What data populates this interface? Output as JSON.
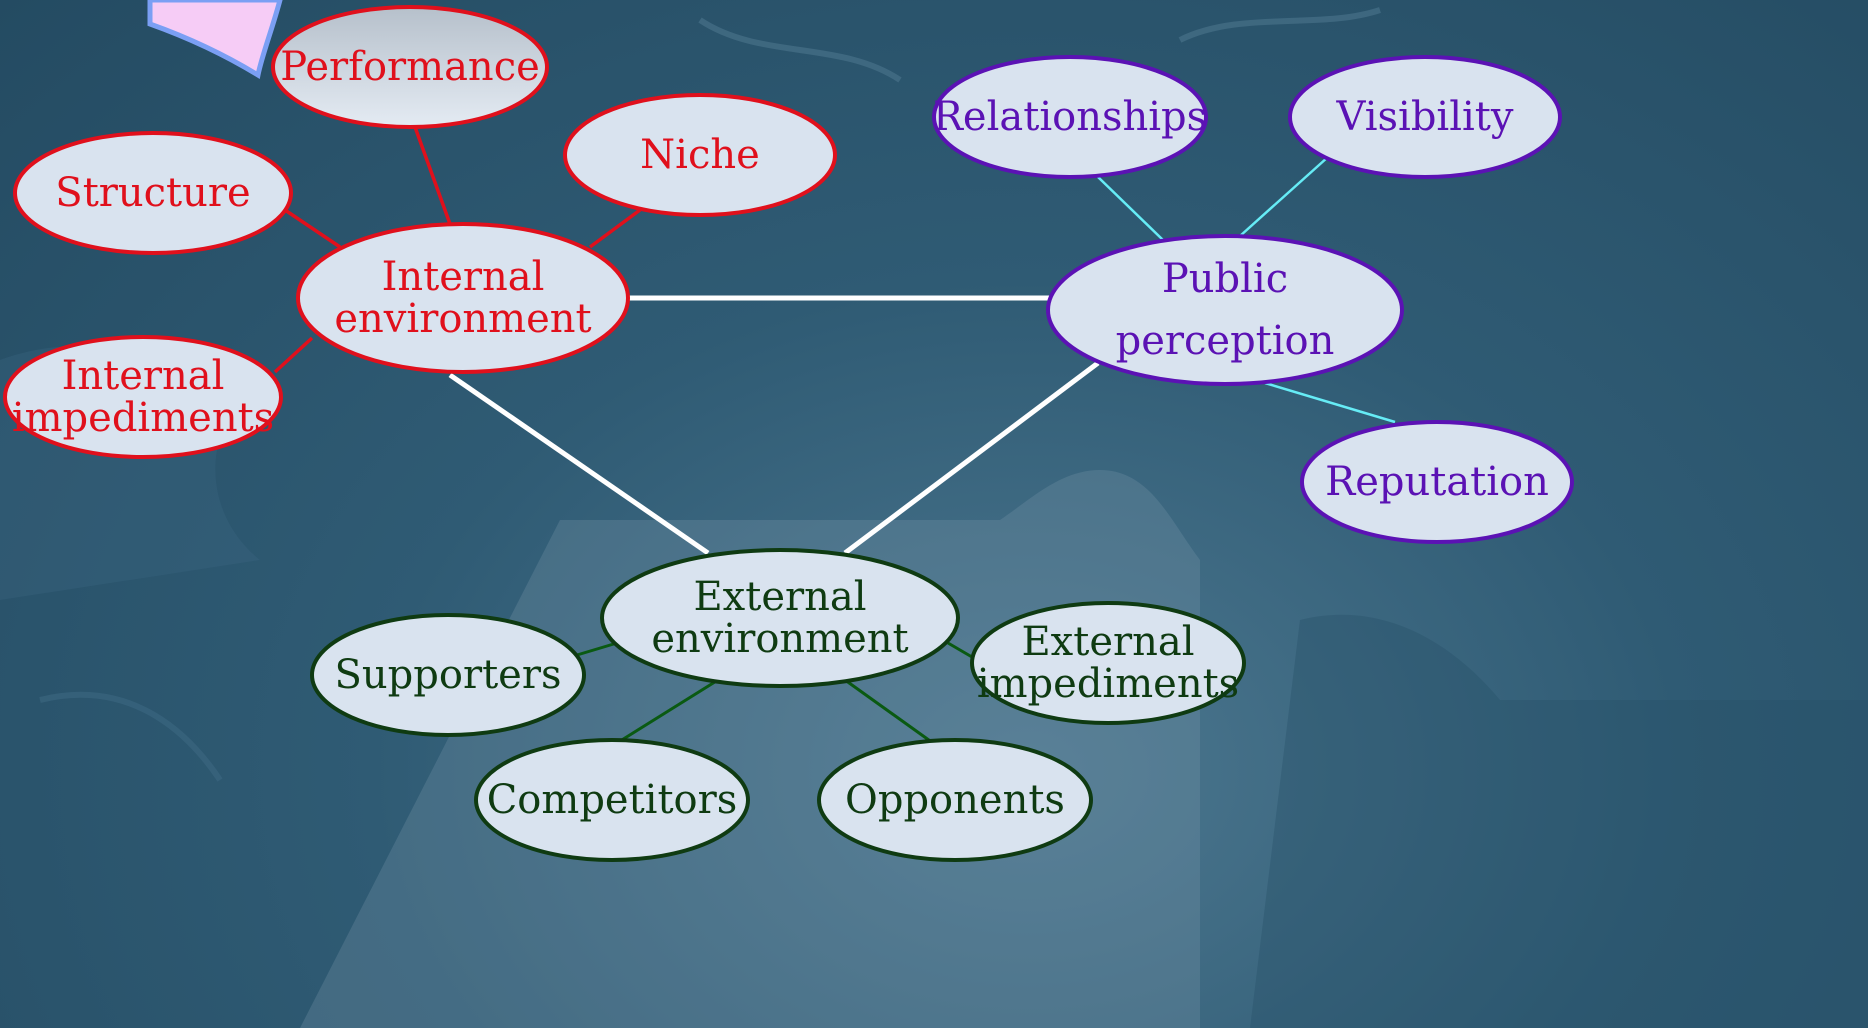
{
  "colors": {
    "internal": "#e0101c",
    "public": "#5b12b4",
    "external": "#0f3b12",
    "node_fill": "#d9e3ef",
    "link_main": "#ffffff",
    "link_public": "#66ecf6",
    "link_external": "#0a5a12"
  },
  "nodes": {
    "internal_environment": {
      "lines": [
        "Internal",
        "environment"
      ],
      "group": "internal"
    },
    "performance": {
      "lines": [
        "Performance"
      ],
      "group": "internal"
    },
    "structure": {
      "lines": [
        "Structure"
      ],
      "group": "internal"
    },
    "niche": {
      "lines": [
        "Niche"
      ],
      "group": "internal"
    },
    "internal_impediments": {
      "lines": [
        "Internal",
        "impediments"
      ],
      "group": "internal"
    },
    "public_perception": {
      "lines": [
        "Public",
        "perception"
      ],
      "group": "public"
    },
    "relationships": {
      "lines": [
        "Relationships"
      ],
      "group": "public"
    },
    "visibility": {
      "lines": [
        "Visibility"
      ],
      "group": "public"
    },
    "reputation": {
      "lines": [
        "Reputation"
      ],
      "group": "public"
    },
    "external_environment": {
      "lines": [
        "External",
        "environment"
      ],
      "group": "external"
    },
    "supporters": {
      "lines": [
        "Supporters"
      ],
      "group": "external"
    },
    "external_impediments": {
      "lines": [
        "External",
        "impediments"
      ],
      "group": "external"
    },
    "competitors": {
      "lines": [
        "Competitors"
      ],
      "group": "external"
    },
    "opponents": {
      "lines": [
        "Opponents"
      ],
      "group": "external"
    }
  },
  "links": [
    {
      "from": "internal_environment",
      "to": "public_perception",
      "kind": "main"
    },
    {
      "from": "internal_environment",
      "to": "external_environment",
      "kind": "main"
    },
    {
      "from": "public_perception",
      "to": "external_environment",
      "kind": "main"
    },
    {
      "from": "internal_environment",
      "to": "performance",
      "kind": "internal"
    },
    {
      "from": "internal_environment",
      "to": "structure",
      "kind": "internal"
    },
    {
      "from": "internal_environment",
      "to": "niche",
      "kind": "internal"
    },
    {
      "from": "internal_environment",
      "to": "internal_impediments",
      "kind": "internal"
    },
    {
      "from": "public_perception",
      "to": "relationships",
      "kind": "public"
    },
    {
      "from": "public_perception",
      "to": "visibility",
      "kind": "public"
    },
    {
      "from": "public_perception",
      "to": "reputation",
      "kind": "public"
    },
    {
      "from": "external_environment",
      "to": "supporters",
      "kind": "external"
    },
    {
      "from": "external_environment",
      "to": "external_impediments",
      "kind": "external"
    },
    {
      "from": "external_environment",
      "to": "competitors",
      "kind": "external"
    },
    {
      "from": "external_environment",
      "to": "opponents",
      "kind": "external"
    }
  ]
}
